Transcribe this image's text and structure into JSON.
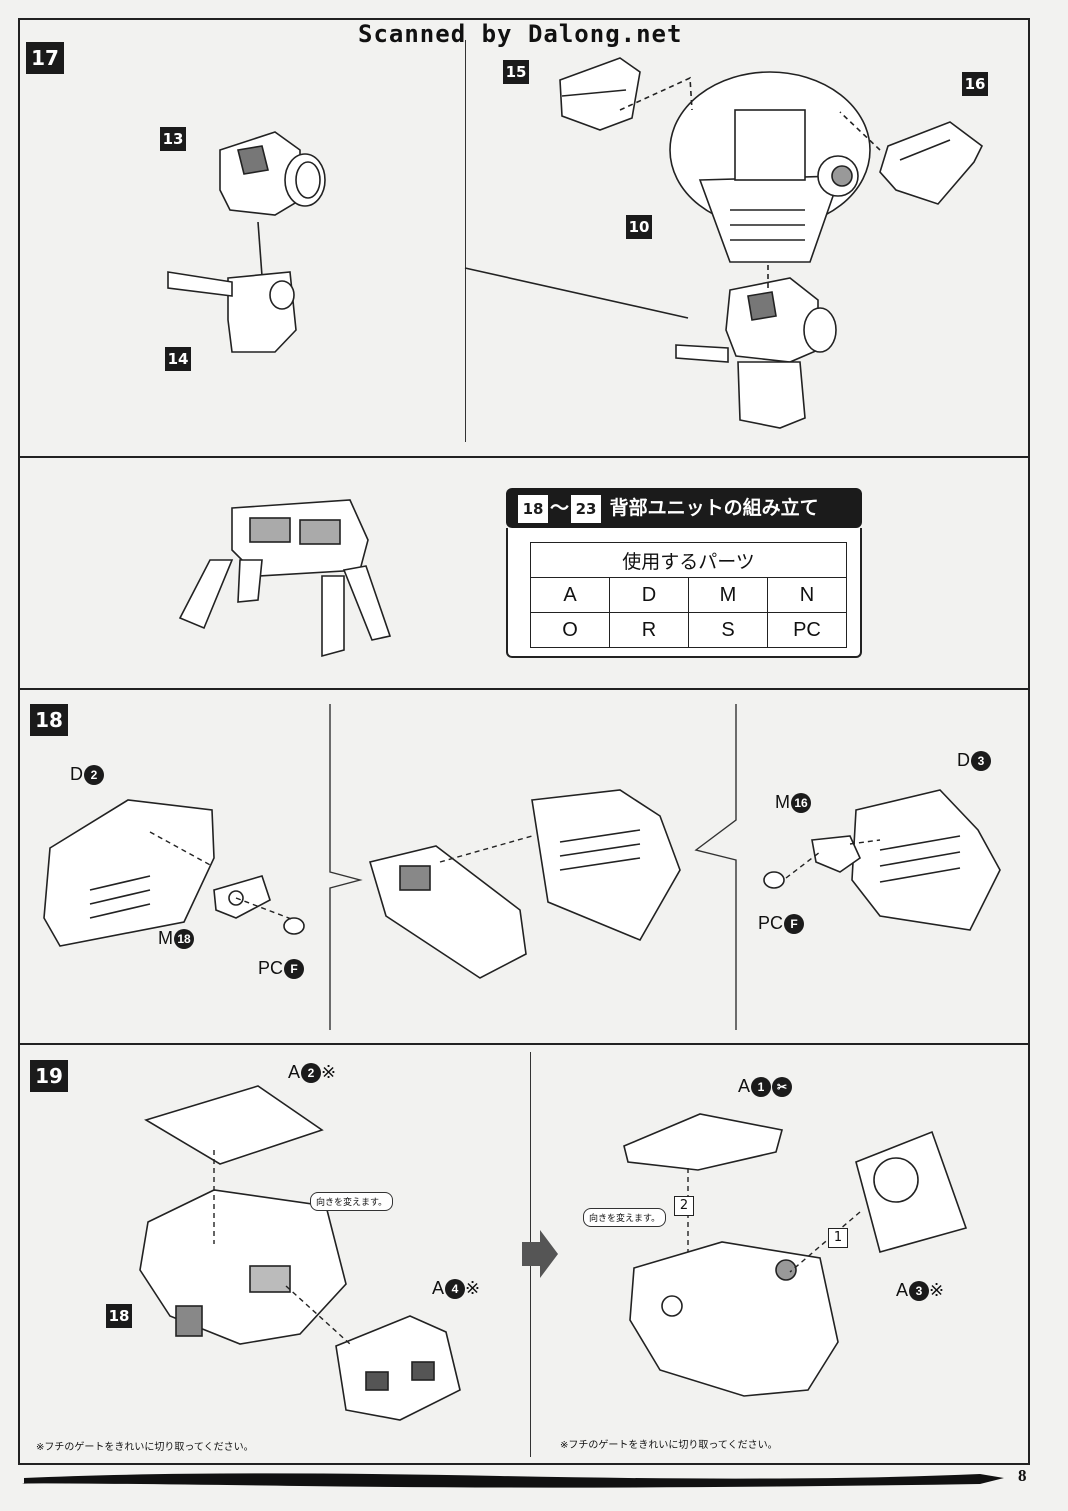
{
  "watermark": "Scanned by Dalong.net",
  "page_number": "8",
  "step17": {
    "number": "17",
    "tags": [
      "13",
      "14",
      "15",
      "16",
      "10"
    ]
  },
  "section": {
    "range_start": "18",
    "range_sep": "～",
    "range_end": "23",
    "title": "背部ユニットの組み立て",
    "parts_header": "使用するパーツ",
    "parts_row1": [
      "A",
      "D",
      "M",
      "N"
    ],
    "parts_row2": [
      "O",
      "R",
      "S",
      "PC"
    ]
  },
  "step18": {
    "number": "18",
    "labels": [
      {
        "prefix": "D",
        "num": "2"
      },
      {
        "prefix": "M",
        "num": "18"
      },
      {
        "prefix": "PC",
        "num": "F"
      },
      {
        "prefix": "D",
        "num": "3"
      },
      {
        "prefix": "M",
        "num": "16"
      },
      {
        "prefix": "PC",
        "num": "F"
      }
    ]
  },
  "step19": {
    "number": "19",
    "labels": [
      {
        "prefix": "A",
        "num": "2",
        "suffix": "※"
      },
      {
        "prefix": "A",
        "num": "4",
        "suffix": "※"
      },
      {
        "prefix": "A",
        "num": "1",
        "suffix": ""
      },
      {
        "prefix": "A",
        "num": "3",
        "suffix": "※"
      }
    ],
    "tag": "18",
    "bubble_left": "向きを変えます。",
    "bubble_right": "向きを変えます。",
    "order_1": "1",
    "order_2": "2",
    "note_left": "※フチのゲートをきれいに切り取ってください。",
    "note_right": "※フチのゲートをきれいに切り取ってください。"
  }
}
